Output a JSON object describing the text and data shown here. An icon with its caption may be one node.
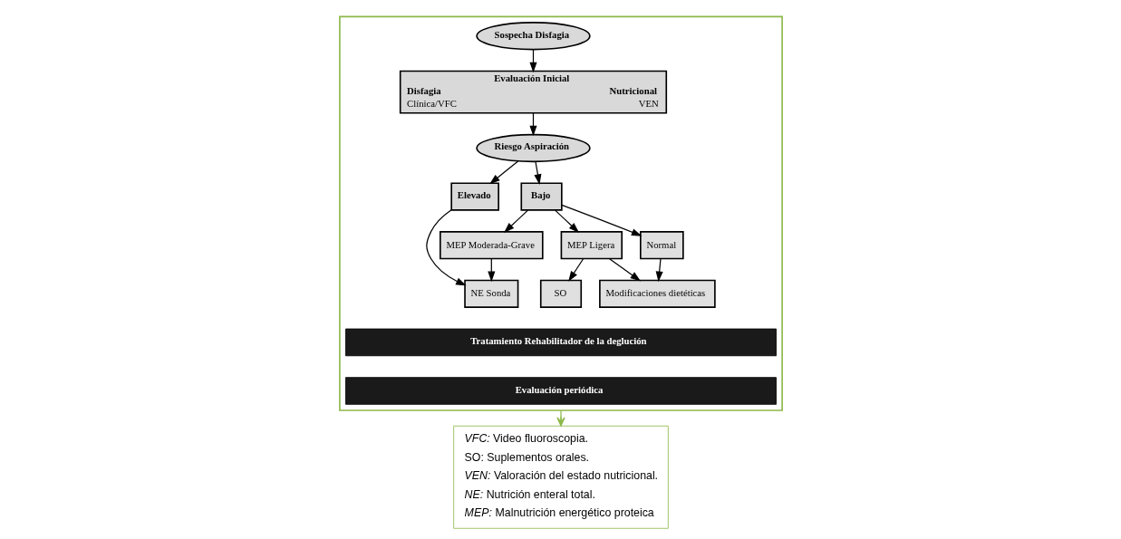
{
  "diagram": {
    "nodes": [
      {
        "text": [],
        "shape": "box"
      },
      {
        "text": [
          "Sospecha Disfagia"
        ],
        "in": 0
      },
      {
        "text": [
          "Evaluación Inicial",
          "Disfagia",
          "Clínica/VFC",
          "Nutricional",
          "VEN"
        ],
        "in": 0
      },
      {
        "text": [
          "Riesgo Aspiración"
        ],
        "in": 0
      },
      {
        "text": [
          "Elevado"
        ],
        "in": 0
      },
      {
        "text": [
          "Bajo"
        ],
        "in": 0
      },
      {
        "text": [
          "MEP Moderada-Grave"
        ],
        "in": 0
      },
      {
        "text": [
          "MEP Ligera"
        ],
        "in": 0
      },
      {
        "text": [
          "Normal"
        ],
        "in": 0
      },
      {
        "text": [
          "NE Sonda"
        ],
        "in": 0
      },
      {
        "text": [
          "SO"
        ],
        "in": 0
      },
      {
        "text": [
          "Modificaciones dietéticas"
        ],
        "in": 0
      },
      {
        "text": [
          "Tratamiento Rehabilitador de la deglución"
        ],
        "in": 0
      },
      {
        "text": [
          "Evaluación periódica"
        ],
        "in": 0
      },
      {
        "text": [
          "*VFC:* Video fluoroscopia.",
          "SO: Suplementos orales.",
          "*VEN:* Valoración del estado nutricional.",
          "*NE:* Nutrición enteral total.",
          "*MEP:* Malnutrición energético proteica"
        ]
      }
    ],
    "edges": [
      {
        "from": 1,
        "to": 2,
        "arrow": "to"
      },
      {
        "from": 2,
        "to": 3,
        "arrow": "to"
      },
      {
        "from": 3,
        "to": 4,
        "arrow": "to"
      },
      {
        "from": 3,
        "to": 5,
        "arrow": "to"
      },
      {
        "from": 5,
        "to": 6,
        "arrow": "to"
      },
      {
        "from": 5,
        "to": 7,
        "arrow": "to"
      },
      {
        "from": 5,
        "to": 8,
        "arrow": "to"
      },
      {
        "from": 4,
        "to": 9,
        "arrow": "to"
      },
      {
        "from": 6,
        "to": 9,
        "arrow": "to"
      },
      {
        "from": 7,
        "to": 10,
        "arrow": "to"
      },
      {
        "from": 7,
        "to": 11,
        "arrow": "to"
      },
      {
        "from": 8,
        "to": 11,
        "arrow": "to"
      },
      {
        "from": 0,
        "to": 14,
        "arrow": "to",
        "color": "#8db84a"
      }
    ]
  }
}
